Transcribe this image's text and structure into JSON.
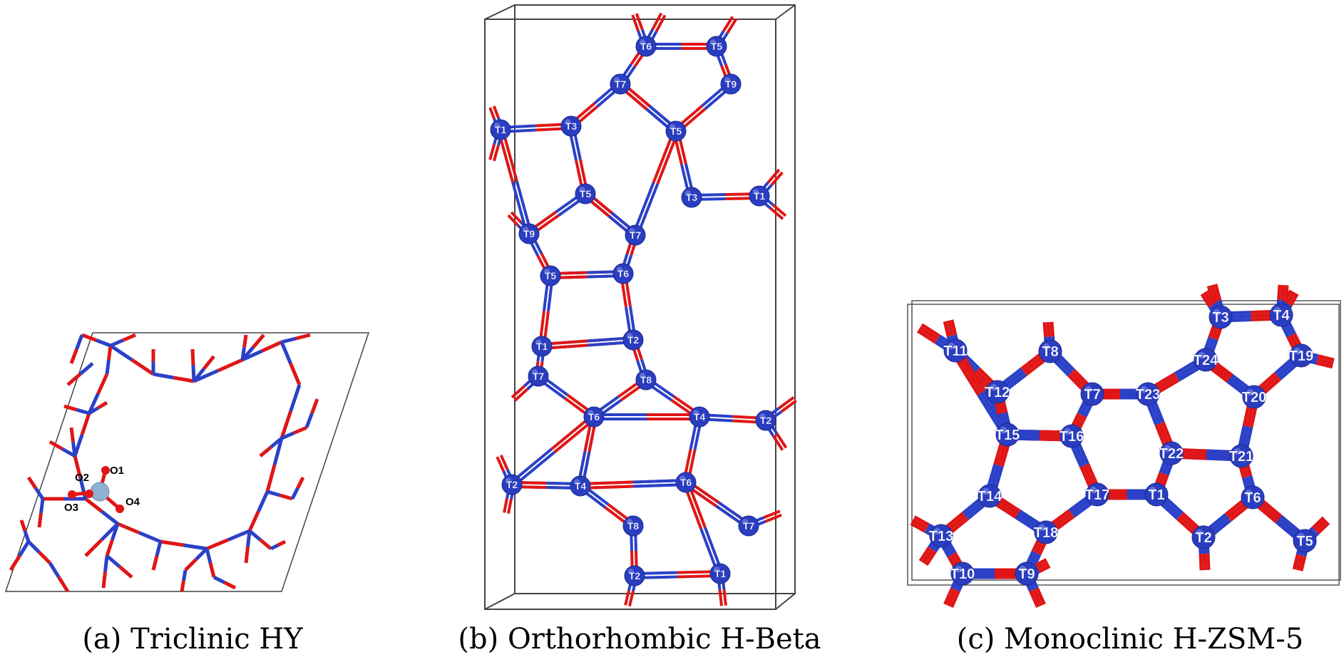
{
  "colors": {
    "background": "#ffffff",
    "bond_silicon": "#2a41c8",
    "bond_oxygen": "#e01616",
    "t_atom": "#2b3dbf",
    "aluminium_atom": "#8fb0cf",
    "oxygen_atom": "#e01616",
    "cell_edge": "#444444"
  },
  "panels": [
    {
      "id": "a",
      "caption": "(a) Triclinic HY",
      "atom_labels": [
        "O1",
        "O2",
        "O3",
        "O4"
      ]
    },
    {
      "id": "b",
      "caption": "(b) Orthorhombic H-Beta",
      "t_sites": [
        "T6",
        "T5",
        "T7",
        "T9",
        "T1",
        "T3",
        "T5",
        "T5",
        "T3",
        "T1",
        "T9",
        "T7",
        "T5",
        "T6",
        "T1",
        "T2",
        "T7",
        "T8",
        "T6",
        "T4",
        "T2",
        "T2",
        "T4",
        "T6",
        "T8",
        "T7",
        "T2",
        "T1"
      ]
    },
    {
      "id": "c",
      "caption": "(c) Monoclinic H-ZSM-5",
      "t_sites": [
        "T3",
        "T4",
        "T11",
        "T8",
        "T24",
        "T19",
        "T12",
        "T7",
        "T23",
        "T20",
        "T15",
        "T16",
        "T22",
        "T21",
        "T14",
        "T17",
        "T1",
        "T6",
        "T13",
        "T18",
        "T2",
        "T5",
        "T10",
        "T9"
      ]
    }
  ]
}
